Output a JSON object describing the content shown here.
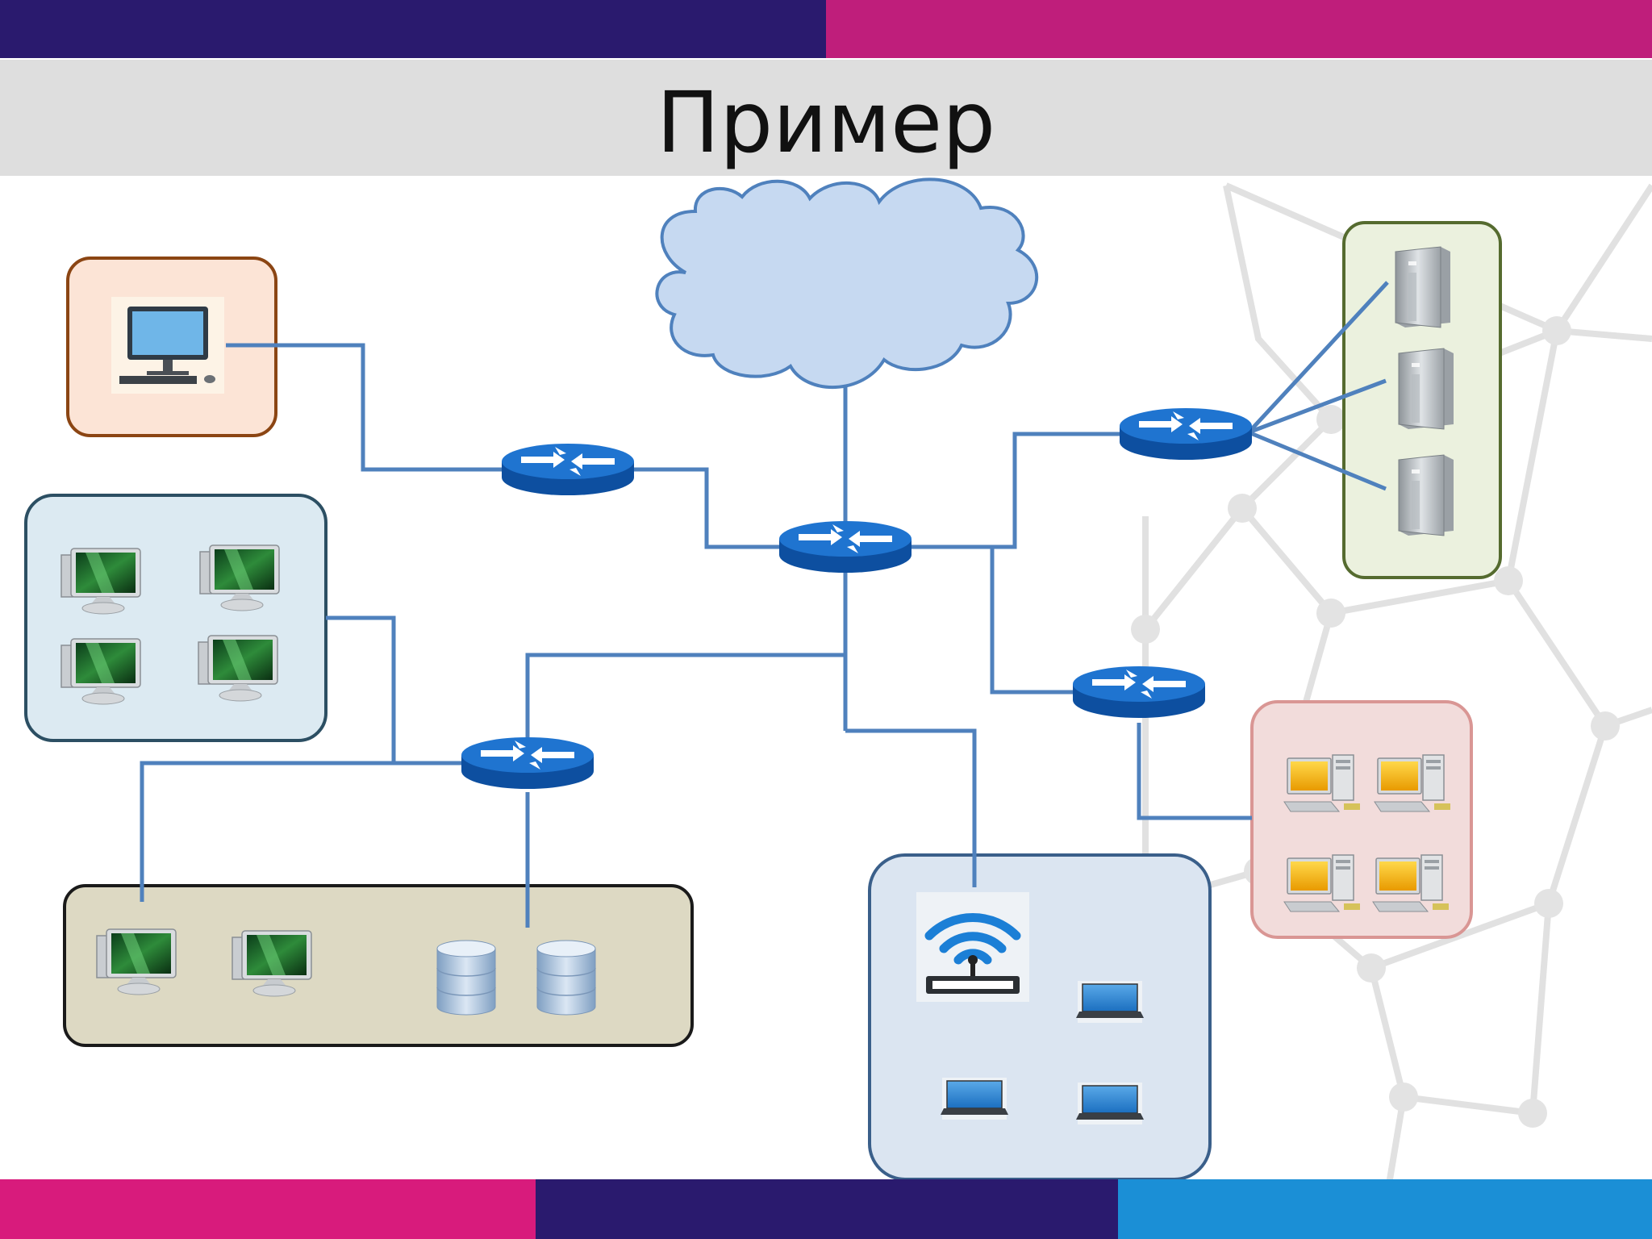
{
  "slide": {
    "title": "Пример"
  },
  "colors": {
    "top_bar_left": "#2a1a6e",
    "top_bar_right": "#bf1e7b",
    "bottom_bar_left": "#d81b7c",
    "bottom_bar_middle": "#2a1a6e",
    "bottom_bar_right": "#1b8fd6",
    "link_line": "#4f81bd",
    "cloud_fill": "#c6d9f1",
    "router_fill": "#1565c0"
  },
  "diagram": {
    "nodes": [
      {
        "id": "internet",
        "kind": "cloud-icon"
      },
      {
        "id": "core-router",
        "kind": "router-icon"
      },
      {
        "id": "router-left-top",
        "kind": "router-icon"
      },
      {
        "id": "router-left-bottom",
        "kind": "router-icon"
      },
      {
        "id": "router-right-top",
        "kind": "router-icon"
      },
      {
        "id": "router-right-bottom",
        "kind": "router-icon"
      },
      {
        "id": "group-single-pc",
        "kind": "desktop-computer-icon",
        "count": 1
      },
      {
        "id": "group-workstations",
        "kind": "workstation-icon",
        "count": 4
      },
      {
        "id": "group-servers-db",
        "kind": "workstation-and-database-icons",
        "count": 4
      },
      {
        "id": "group-wifi",
        "kind": "wifi-router-and-laptop-icons",
        "count": 4
      },
      {
        "id": "group-server-rack",
        "kind": "server-tower-icon",
        "count": 3
      },
      {
        "id": "group-yellow-pcs",
        "kind": "pc-icon",
        "count": 4
      }
    ]
  }
}
